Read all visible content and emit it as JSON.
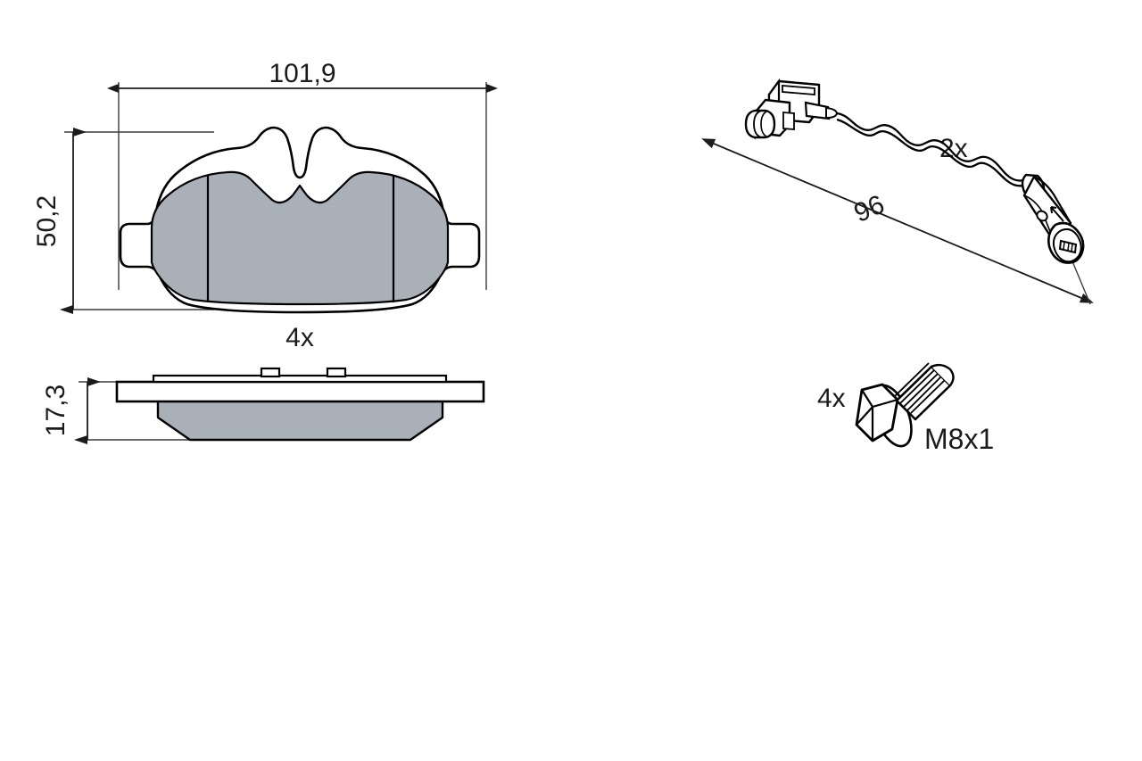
{
  "page": {
    "title": "Brake pad set technical drawing",
    "background_color": "#ffffff"
  },
  "colors": {
    "outline": "#000000",
    "friction_material": "#aab0b8",
    "backing_plate": "#ffffff",
    "dimension_line": "#3b3b3b",
    "text": "#1b1b1b",
    "metal_fill": "#ffffff"
  },
  "parts": {
    "brake_pad": {
      "name": "brake-pad",
      "top_view_label": "brake-pad-top-view",
      "side_view_label": "brake-pad-side-view",
      "quantity": "4x",
      "dimensions": {
        "width": "101,9",
        "height": "50,2",
        "thickness": "17,3"
      }
    },
    "wear_sensor": {
      "name": "wear-indicator-sensor",
      "quantity": "2x",
      "dimensions": {
        "length": "96"
      }
    },
    "bolt": {
      "name": "hex-flange-bolt",
      "quantity": "4x",
      "thread": "M8x1"
    }
  }
}
